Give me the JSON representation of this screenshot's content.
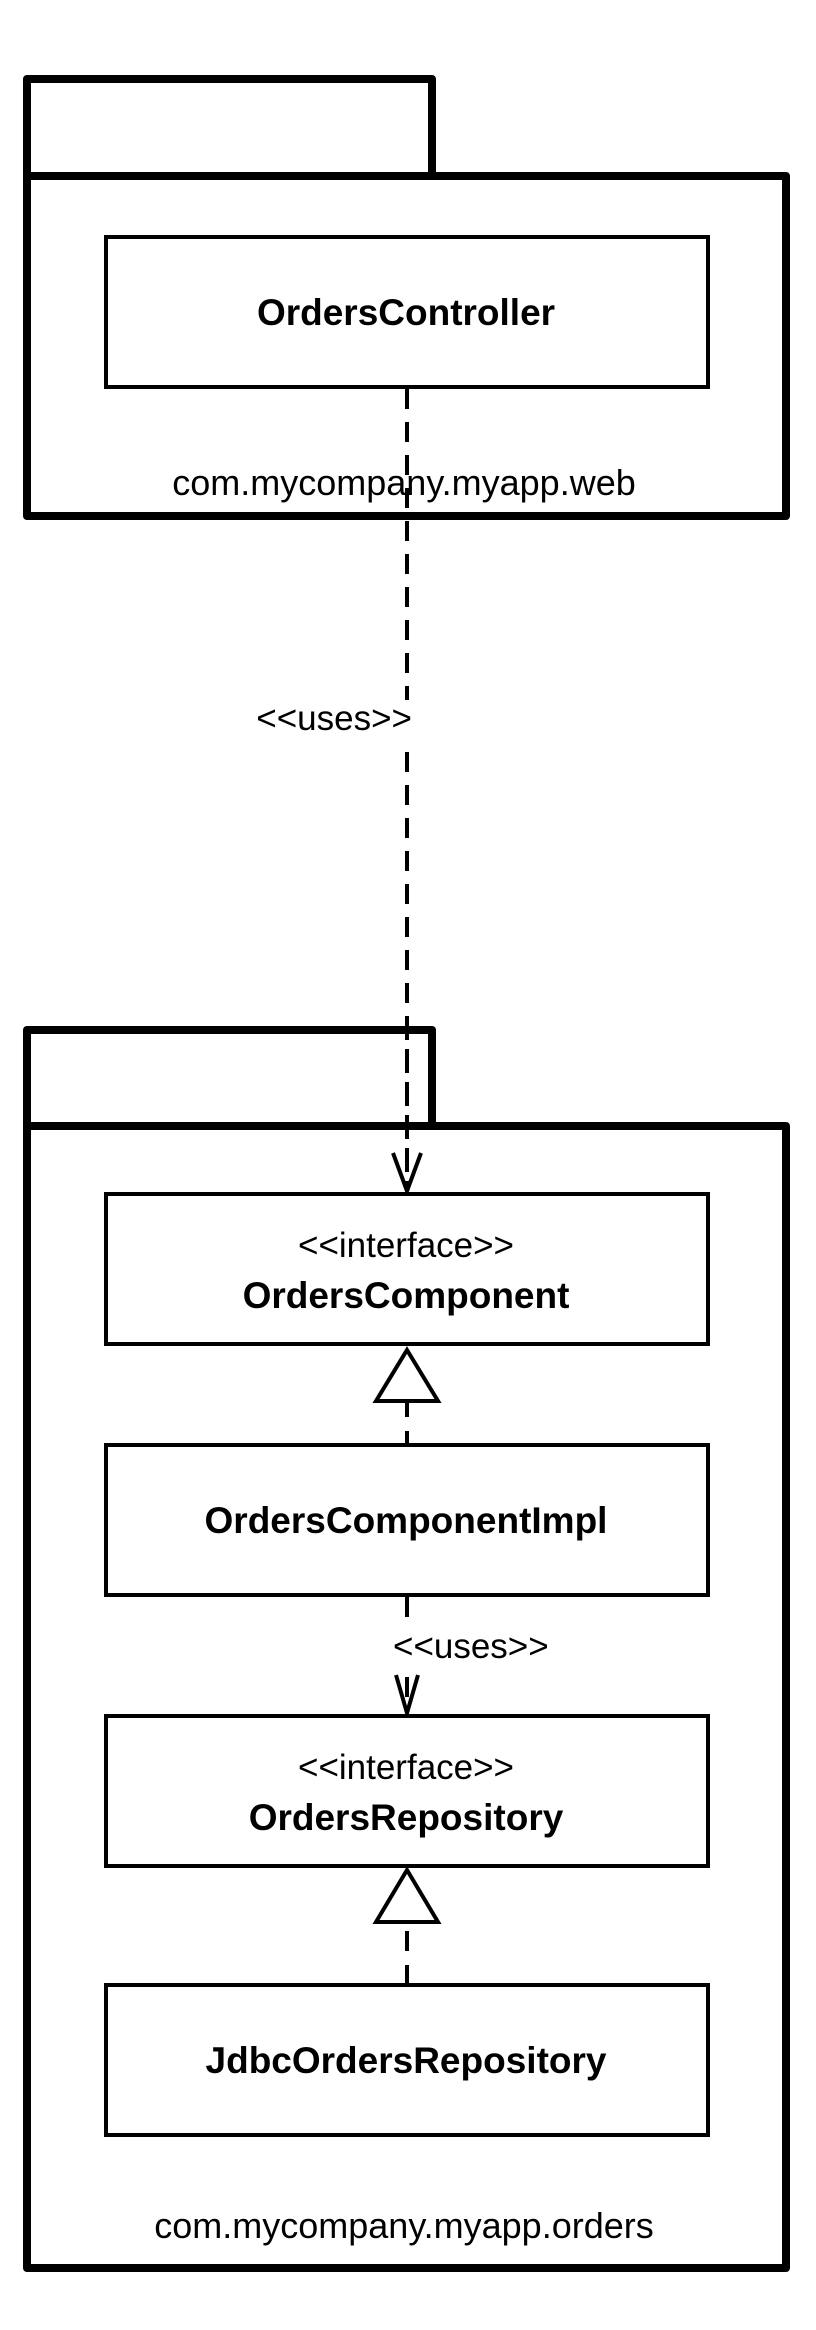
{
  "packages": [
    {
      "name": "com.mycompany.myapp.web",
      "classes": [
        {
          "name": "OrdersController",
          "stereotype": ""
        }
      ]
    },
    {
      "name": "com.mycompany.myapp.orders",
      "classes": [
        {
          "name": "OrdersComponent",
          "stereotype": "<<interface>>"
        },
        {
          "name": "OrdersComponentImpl",
          "stereotype": ""
        },
        {
          "name": "OrdersRepository",
          "stereotype": "<<interface>>"
        },
        {
          "name": "JdbcOrdersRepository",
          "stereotype": ""
        }
      ]
    }
  ],
  "relationships": [
    {
      "from": "OrdersController",
      "to": "OrdersComponent",
      "type": "dependency",
      "label": "<<uses>>"
    },
    {
      "from": "OrdersComponentImpl",
      "to": "OrdersComponent",
      "type": "realization",
      "label": ""
    },
    {
      "from": "OrdersComponentImpl",
      "to": "OrdersRepository",
      "type": "dependency",
      "label": "<<uses>>"
    },
    {
      "from": "JdbcOrdersRepository",
      "to": "OrdersRepository",
      "type": "realization",
      "label": ""
    }
  ],
  "colors": {
    "stroke": "#000000",
    "background": "#ffffff"
  }
}
